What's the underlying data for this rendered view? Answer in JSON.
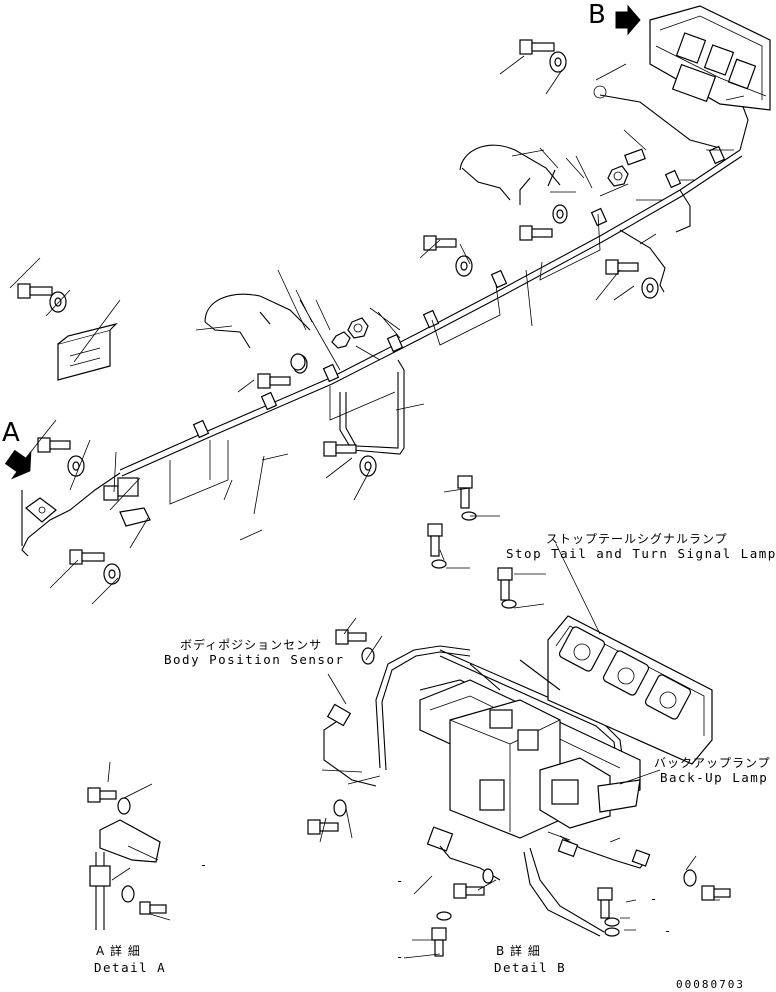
{
  "labels": {
    "view_a_letter": "A",
    "view_b_letter": "B",
    "stop_tail_jp": "ストップテールシグナルランプ",
    "stop_tail_en": "Stop Tail and Turn Signal Lamps",
    "body_sensor_jp": "ボディポジションセンサ",
    "body_sensor_en": "Body Position Sensor",
    "backup_jp": "バックアップランプ",
    "backup_en": "Back-Up Lamp",
    "detail_a_jp": "A 詳 細",
    "detail_a_en": "Detail A",
    "detail_b_jp": "B 詳 細",
    "detail_b_en": "Detail B",
    "drawing_code": "00080703",
    "dash": "-"
  },
  "icons": {
    "view_arrow": "view-direction-arrow-icon"
  }
}
